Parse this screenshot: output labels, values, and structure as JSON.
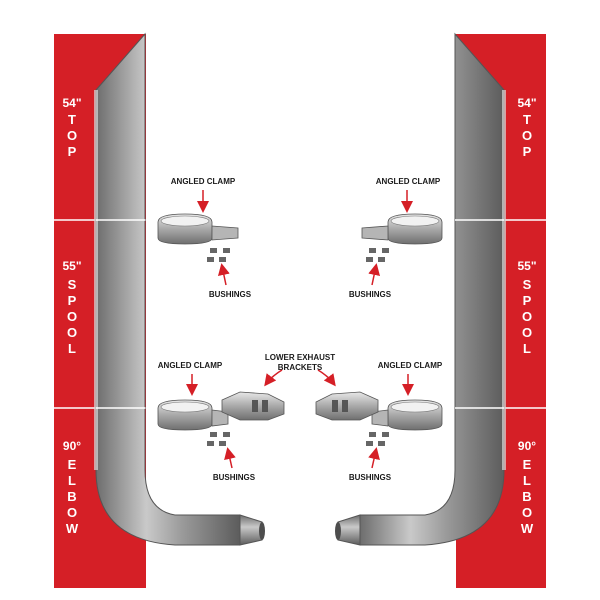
{
  "colors": {
    "band": "#d51f26",
    "pipe": "#8e8e8e",
    "arrow": "#d51f26"
  },
  "sections": {
    "left": [
      [
        "54\"",
        "TOP"
      ],
      [
        "55\"",
        "SPOOL"
      ],
      [
        "90°",
        "ELBOW"
      ]
    ],
    "right": [
      [
        "54\"",
        "TOP"
      ],
      [
        "55\"",
        "SPOOL"
      ],
      [
        "90°",
        "ELBOW"
      ]
    ]
  },
  "labels": {
    "angled_clamp": "ANGLED CLAMP",
    "bushings": "BUSHINGS",
    "lower_brackets": [
      "LOWER EXHAUST",
      "BRACKETS"
    ]
  }
}
